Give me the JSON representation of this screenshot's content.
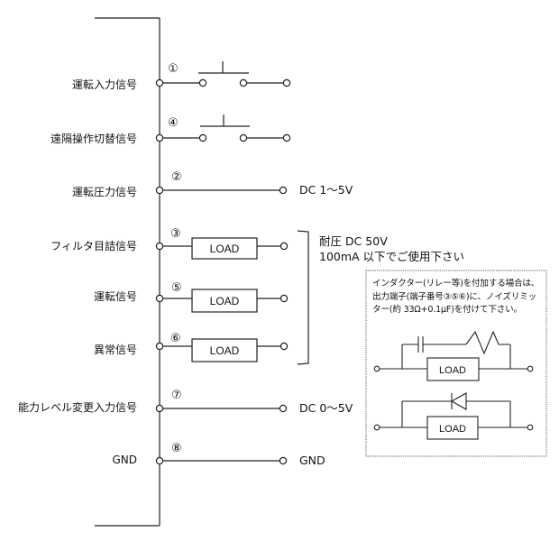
{
  "signals": [
    {
      "label": "運転入力信号",
      "terminal": "①",
      "type": "switch"
    },
    {
      "label": "遠隔操作切替信号",
      "terminal": "④",
      "type": "switch"
    },
    {
      "label": "運転圧力信号",
      "terminal": "②",
      "type": "line",
      "end_label": "DC  1〜5V"
    },
    {
      "label": "フィルタ目詰信号",
      "terminal": "③",
      "type": "load",
      "load_label": "LOAD"
    },
    {
      "label": "運転信号",
      "terminal": "⑤",
      "type": "load",
      "load_label": "LOAD"
    },
    {
      "label": "異常信号",
      "terminal": "⑥",
      "type": "load",
      "load_label": "LOAD"
    },
    {
      "label": "能力レベル変更入力信号",
      "terminal": "⑦",
      "type": "line",
      "end_label": "DC  0〜5V"
    },
    {
      "label": "GND",
      "terminal": "⑧",
      "type": "line",
      "end_label": "GND"
    }
  ],
  "rating": {
    "line1": "耐圧  DC  50V",
    "line2": "100mA  以下でご使用下さい"
  },
  "note": {
    "text": "インダクター(リレー等)を付加する場合は、出力端子(端子番号③⑤⑥)に、ノイズリミッター(約 33Ω+0.1μF)を付けて下さい。",
    "snubber_rc_load_label": "LOAD",
    "snubber_diode_load_label": "LOAD"
  }
}
